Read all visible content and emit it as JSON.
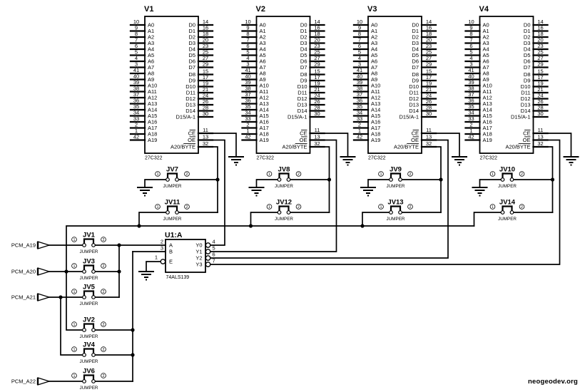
{
  "schematic": {
    "footer": "neogeodev.org",
    "roms": {
      "part": "27C322",
      "refs": [
        "V1",
        "V2",
        "V3",
        "V4"
      ],
      "left_pins": [
        [
          "10",
          "A0"
        ],
        [
          "9",
          "A1"
        ],
        [
          "8",
          "A2"
        ],
        [
          "7",
          "A3"
        ],
        [
          "6",
          "A4"
        ],
        [
          "5",
          "A5"
        ],
        [
          "4",
          "A6"
        ],
        [
          "3",
          "A7"
        ],
        [
          "41",
          "A8"
        ],
        [
          "40",
          "A9"
        ],
        [
          "39",
          "A10"
        ],
        [
          "38",
          "A11"
        ],
        [
          "37",
          "A12"
        ],
        [
          "36",
          "A13"
        ],
        [
          "35",
          "A14"
        ],
        [
          "34",
          "A15"
        ],
        [
          "33",
          "A16"
        ],
        [
          "2",
          "A17"
        ],
        [
          "1",
          "A18"
        ],
        [
          "42",
          "A19"
        ]
      ],
      "data_pins_low": [
        [
          "14",
          "D0"
        ],
        [
          "16",
          "D1"
        ],
        [
          "18",
          "D2"
        ],
        [
          "20",
          "D3"
        ],
        [
          "23",
          "D4"
        ],
        [
          "25",
          "D5"
        ],
        [
          "27",
          "D6"
        ],
        [
          "29",
          "D7"
        ]
      ],
      "data_pins_high": [
        [
          "15",
          "D8"
        ],
        [
          "17",
          "D9"
        ],
        [
          "19",
          "D10"
        ],
        [
          "21",
          "D11"
        ],
        [
          "24",
          "D12"
        ],
        [
          "26",
          "D13"
        ],
        [
          "28",
          "D14"
        ],
        [
          "30",
          "D15/A-1"
        ]
      ],
      "control_pins": [
        {
          "n": "11",
          "l": "CE",
          "bar": [
            0,
            2
          ]
        },
        {
          "n": "13",
          "l": "OE",
          "bar": [
            0,
            2
          ]
        },
        {
          "n": "32",
          "l": "A20/BYTE",
          "bar": [
            4,
            8
          ]
        }
      ]
    },
    "decoder": {
      "ref": "U1:A",
      "part": "74ALS139",
      "inputs": [
        [
          "2",
          "A"
        ],
        [
          "3",
          "B"
        ]
      ],
      "enable": [
        "1",
        "E"
      ],
      "outputs": [
        [
          "4",
          "Y0"
        ],
        [
          "5",
          "Y1"
        ],
        [
          "6",
          "Y2"
        ],
        [
          "7",
          "Y3"
        ]
      ]
    },
    "jumpers": {
      "label": "JUMPER",
      "pin_numbers": [
        "1",
        "2"
      ],
      "top_row": [
        "JV7",
        "JV8",
        "JV9",
        "JV10"
      ],
      "bottom_row": [
        "JV11",
        "JV12",
        "JV13",
        "JV14"
      ],
      "left_column": [
        "JV1",
        "JV3",
        "JV5",
        "JV2",
        "JV4",
        "JV6"
      ]
    },
    "ports": [
      "PCM_A19",
      "PCM_A20",
      "PCM_A21",
      "PCM_A22"
    ]
  }
}
